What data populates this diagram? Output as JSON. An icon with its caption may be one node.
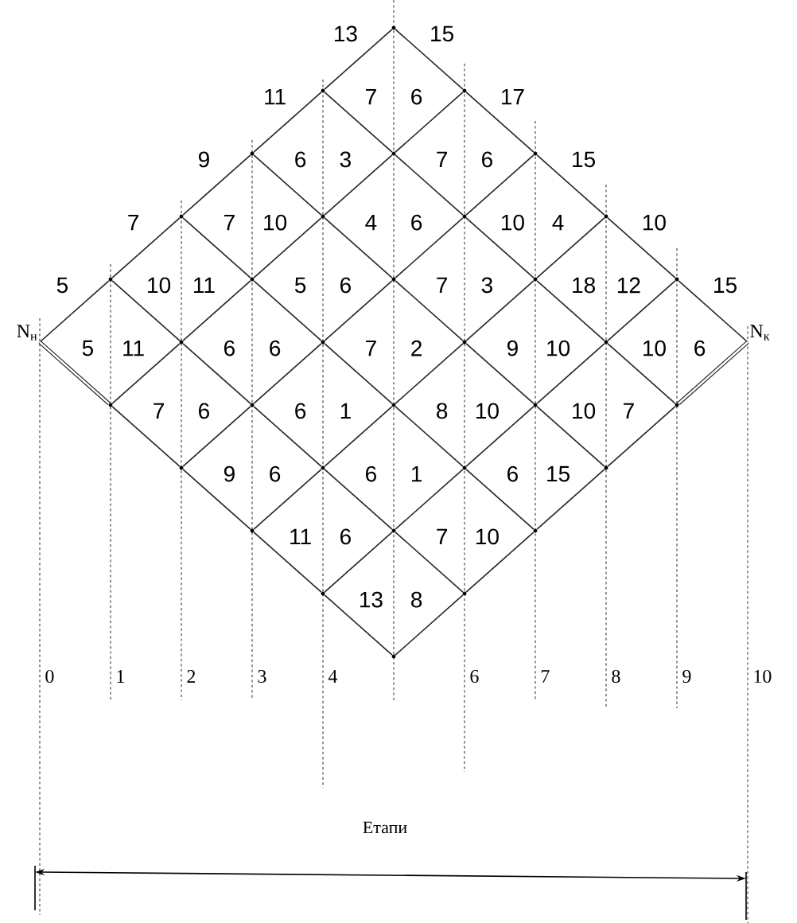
{
  "diagram": {
    "nodes": [
      {
        "text": [
          "N$_{н}$"
        ]
      },
      {
        "text": [],
        "shape": "point"
      },
      {
        "text": [],
        "shape": "point"
      },
      {
        "text": [],
        "shape": "point"
      },
      {
        "text": [],
        "shape": "point"
      },
      {
        "text": [],
        "shape": "point"
      },
      {
        "text": [],
        "shape": "point"
      },
      {
        "text": [],
        "shape": "point"
      },
      {
        "text": [],
        "shape": "point"
      },
      {
        "text": [],
        "shape": "point"
      },
      {
        "text": [],
        "shape": "point"
      },
      {
        "text": [],
        "shape": "point"
      },
      {
        "text": [],
        "shape": "point"
      },
      {
        "text": [],
        "shape": "point"
      },
      {
        "text": [],
        "shape": "point"
      },
      {
        "text": [],
        "shape": "point"
      },
      {
        "text": [],
        "shape": "point"
      },
      {
        "text": [],
        "shape": "point"
      },
      {
        "text": [],
        "shape": "point"
      },
      {
        "text": [],
        "shape": "point"
      },
      {
        "text": [],
        "shape": "point"
      },
      {
        "text": [],
        "shape": "point"
      },
      {
        "text": [],
        "shape": "point"
      },
      {
        "text": [],
        "shape": "point"
      },
      {
        "text": [],
        "shape": "point"
      },
      {
        "text": [],
        "shape": "point"
      },
      {
        "text": [],
        "shape": "point"
      },
      {
        "text": [],
        "shape": "point"
      },
      {
        "text": [],
        "shape": "point"
      },
      {
        "text": [],
        "shape": "point"
      },
      {
        "text": [],
        "shape": "point"
      },
      {
        "text": [],
        "shape": "point"
      },
      {
        "text": [],
        "shape": "point"
      },
      {
        "text": [],
        "shape": "point"
      },
      {
        "text": [],
        "shape": "point"
      },
      {
        "text": [
          "N$_{к}$"
        ]
      }
    ],
    "edges": [
      {
        "from": 0,
        "to": 1,
        "arrow": "none",
        "label": "5"
      },
      {
        "from": 0,
        "to": 2,
        "arrow": "none",
        "label": "5",
        "style": "thick"
      },
      {
        "from": 1,
        "to": 3,
        "arrow": "none",
        "label": "7"
      },
      {
        "from": 1,
        "to": 4,
        "arrow": "none",
        "label": "10"
      },
      {
        "from": 2,
        "to": 4,
        "arrow": "none",
        "label": "11"
      },
      {
        "from": 2,
        "to": 5,
        "arrow": "none",
        "label": "7"
      },
      {
        "from": 3,
        "to": 6,
        "arrow": "none",
        "label": "9"
      },
      {
        "from": 3,
        "to": 7,
        "arrow": "none",
        "label": "7"
      },
      {
        "from": 4,
        "to": 7,
        "arrow": "none",
        "label": "11"
      },
      {
        "from": 4,
        "to": 8,
        "arrow": "none",
        "label": "6"
      },
      {
        "from": 5,
        "to": 8,
        "arrow": "none",
        "label": "6"
      },
      {
        "from": 5,
        "to": 9,
        "arrow": "none",
        "label": "9"
      },
      {
        "from": 6,
        "to": 10,
        "arrow": "none",
        "label": "11"
      },
      {
        "from": 6,
        "to": 11,
        "arrow": "none",
        "label": "6"
      },
      {
        "from": 7,
        "to": 11,
        "arrow": "none",
        "label": "10"
      },
      {
        "from": 7,
        "to": 12,
        "arrow": "none",
        "label": "5"
      },
      {
        "from": 8,
        "to": 12,
        "arrow": "none",
        "label": "6"
      },
      {
        "from": 8,
        "to": 13,
        "arrow": "none",
        "label": "6"
      },
      {
        "from": 9,
        "to": 13,
        "arrow": "none",
        "label": "6"
      },
      {
        "from": 9,
        "to": 14,
        "arrow": "none",
        "label": "11"
      },
      {
        "from": 10,
        "to": 15,
        "arrow": "none",
        "label": "13"
      },
      {
        "from": 10,
        "to": 16,
        "arrow": "none",
        "label": "7"
      },
      {
        "from": 11,
        "to": 16,
        "arrow": "none",
        "label": "3"
      },
      {
        "from": 11,
        "to": 17,
        "arrow": "none",
        "label": "4"
      },
      {
        "from": 12,
        "to": 17,
        "arrow": "none",
        "label": "6"
      },
      {
        "from": 12,
        "to": 18,
        "arrow": "none",
        "label": "7"
      },
      {
        "from": 13,
        "to": 18,
        "arrow": "none",
        "label": "1"
      },
      {
        "from": 13,
        "to": 19,
        "arrow": "none",
        "label": "6"
      },
      {
        "from": 14,
        "to": 19,
        "arrow": "none",
        "label": "6"
      },
      {
        "from": 14,
        "to": 20,
        "arrow": "none",
        "label": "13"
      },
      {
        "from": 15,
        "to": 21,
        "arrow": "none",
        "label": "15"
      },
      {
        "from": 16,
        "to": 21,
        "arrow": "none",
        "label": "6"
      },
      {
        "from": 16,
        "to": 22,
        "arrow": "none",
        "label": "7"
      },
      {
        "from": 17,
        "to": 22,
        "arrow": "none",
        "label": "6"
      },
      {
        "from": 17,
        "to": 23,
        "arrow": "none",
        "label": "7"
      },
      {
        "from": 18,
        "to": 23,
        "arrow": "none",
        "label": "2"
      },
      {
        "from": 18,
        "to": 24,
        "arrow": "none",
        "label": "8"
      },
      {
        "from": 19,
        "to": 24,
        "arrow": "none",
        "label": "1"
      },
      {
        "from": 19,
        "to": 25,
        "arrow": "none",
        "label": "7"
      },
      {
        "from": 20,
        "to": 25,
        "arrow": "none",
        "label": "8"
      },
      {
        "from": 21,
        "to": 26,
        "arrow": "none",
        "label": "17"
      },
      {
        "from": 22,
        "to": 26,
        "arrow": "none",
        "label": "6"
      },
      {
        "from": 22,
        "to": 27,
        "arrow": "none",
        "label": "10"
      },
      {
        "from": 23,
        "to": 27,
        "arrow": "none",
        "label": "3"
      },
      {
        "from": 23,
        "to": 28,
        "arrow": "none",
        "label": "9"
      },
      {
        "from": 24,
        "to": 28,
        "arrow": "none",
        "label": "10"
      },
      {
        "from": 24,
        "to": 29,
        "arrow": "none",
        "label": "6"
      },
      {
        "from": 25,
        "to": 29,
        "arrow": "none",
        "label": "10"
      },
      {
        "from": 26,
        "to": 30,
        "arrow": "none",
        "label": "15"
      },
      {
        "from": 27,
        "to": 30,
        "arrow": "none",
        "label": "4"
      },
      {
        "from": 27,
        "to": 31,
        "arrow": "none",
        "label": "18"
      },
      {
        "from": 28,
        "to": 31,
        "arrow": "none",
        "label": "10"
      },
      {
        "from": 28,
        "to": 32,
        "arrow": "none",
        "label": "10"
      },
      {
        "from": 29,
        "to": 32,
        "arrow": "none",
        "label": "15"
      },
      {
        "from": 30,
        "to": 33,
        "arrow": "none",
        "label": "10"
      },
      {
        "from": 31,
        "to": 33,
        "arrow": "none",
        "label": "12"
      },
      {
        "from": 31,
        "to": 34,
        "arrow": "none",
        "label": "10"
      },
      {
        "from": 32,
        "to": 34,
        "arrow": "none",
        "label": "7"
      },
      {
        "from": 33,
        "to": 35,
        "arrow": "none",
        "label": "15"
      },
      {
        "from": 34,
        "to": 35,
        "arrow": "none",
        "label": "6",
        "style": "thick"
      }
    ],
    "labels": [
      "0",
      "1",
      "2",
      "3",
      "4",
      "6",
      "7",
      "8",
      "9",
      "10",
      "Етапи"
    ]
  }
}
